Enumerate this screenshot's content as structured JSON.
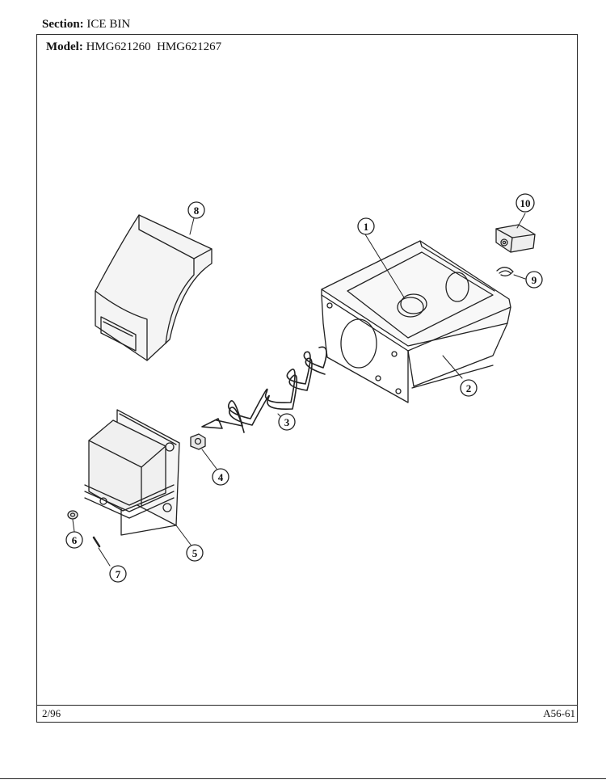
{
  "header": {
    "section_label": "Section:",
    "section_value": "ICE BIN",
    "model_label": "Model:",
    "model_value": "HMG621260  HMG621267"
  },
  "footer": {
    "date": "2/96",
    "page_code": "A56-61"
  },
  "callouts": [
    "1",
    "2",
    "3",
    "4",
    "5",
    "6",
    "7",
    "8",
    "9",
    "10"
  ]
}
